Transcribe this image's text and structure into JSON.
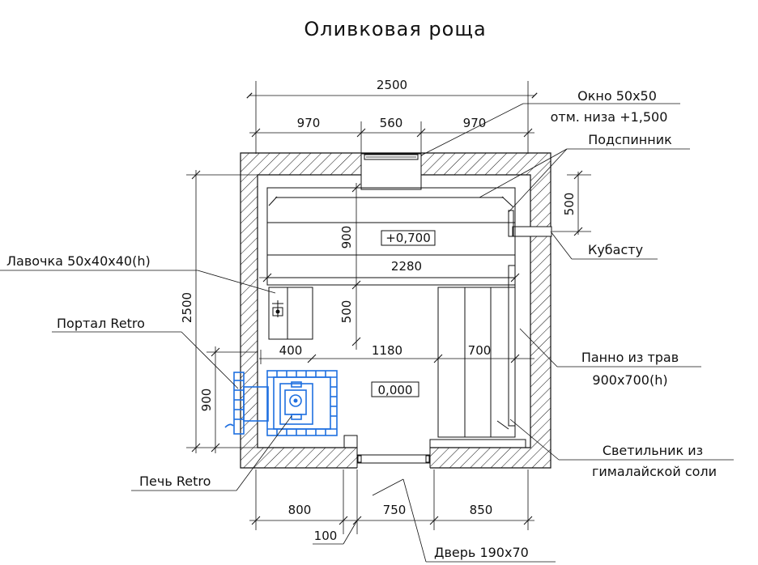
{
  "title": "Оливковая роща",
  "dims": {
    "total_width": "2500",
    "left_part": "970",
    "window_width": "560",
    "right_part": "970",
    "total_height": "2500",
    "bench_depth": "900",
    "bench_length": "2280",
    "gap_500_mid": "500",
    "gap_500_right": "500",
    "stove_offset": "400",
    "middle_1180": "1180",
    "panel_700": "700",
    "stove_900": "900",
    "bottom_800": "800",
    "bottom_750": "750",
    "bottom_850": "850",
    "bottom_100": "100"
  },
  "levels": {
    "bench": "+0,700",
    "floor": "0,000"
  },
  "callouts": {
    "window_line1": "Окно 50х50",
    "window_line2": "отм. низа +1,500",
    "podspinnik": "Подспинник",
    "kubastu": "Кубасту",
    "lavochka": "Лавочка 50х40х40(h)",
    "portal": "Портал Retro",
    "panel_line1": "Панно из трав",
    "panel_line2": "900х700(h)",
    "light_line1": "Светильник из",
    "light_line2": "гималайской соли",
    "stove": "Печь Retro",
    "door": "Дверь 190х70"
  },
  "colors": {
    "lines": "#111111",
    "stove": "#1e6fe0",
    "background": "#ffffff"
  }
}
